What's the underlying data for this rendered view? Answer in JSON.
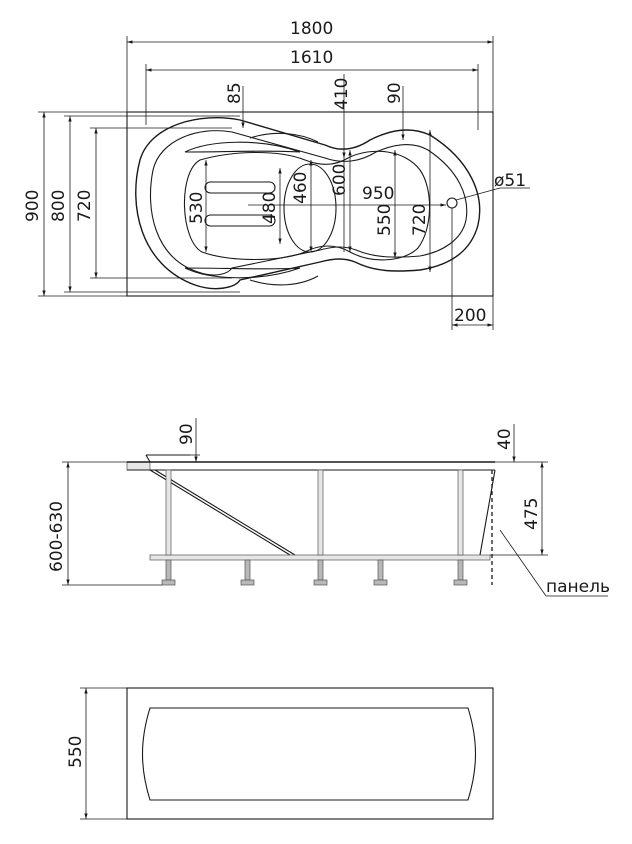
{
  "top_view": {
    "overall_length": "1800",
    "inner_length": "1610",
    "overall_width": "900",
    "width_800": "800",
    "width_720_left": "720",
    "rim_85": "85",
    "rim_410": "410",
    "rim_90": "90",
    "depth_460": "460",
    "depth_600": "600",
    "length_950": "950",
    "drain_diameter": "ø51",
    "seat_530": "530",
    "seat_480": "480",
    "width_550": "550",
    "width_720_right": "720",
    "offset_200": "200"
  },
  "side_view": {
    "dim_90": "90",
    "dim_40": "40",
    "height_range": "600-630",
    "depth_475": "475",
    "panel_label": "панель"
  },
  "front_view": {
    "height_550": "550"
  }
}
